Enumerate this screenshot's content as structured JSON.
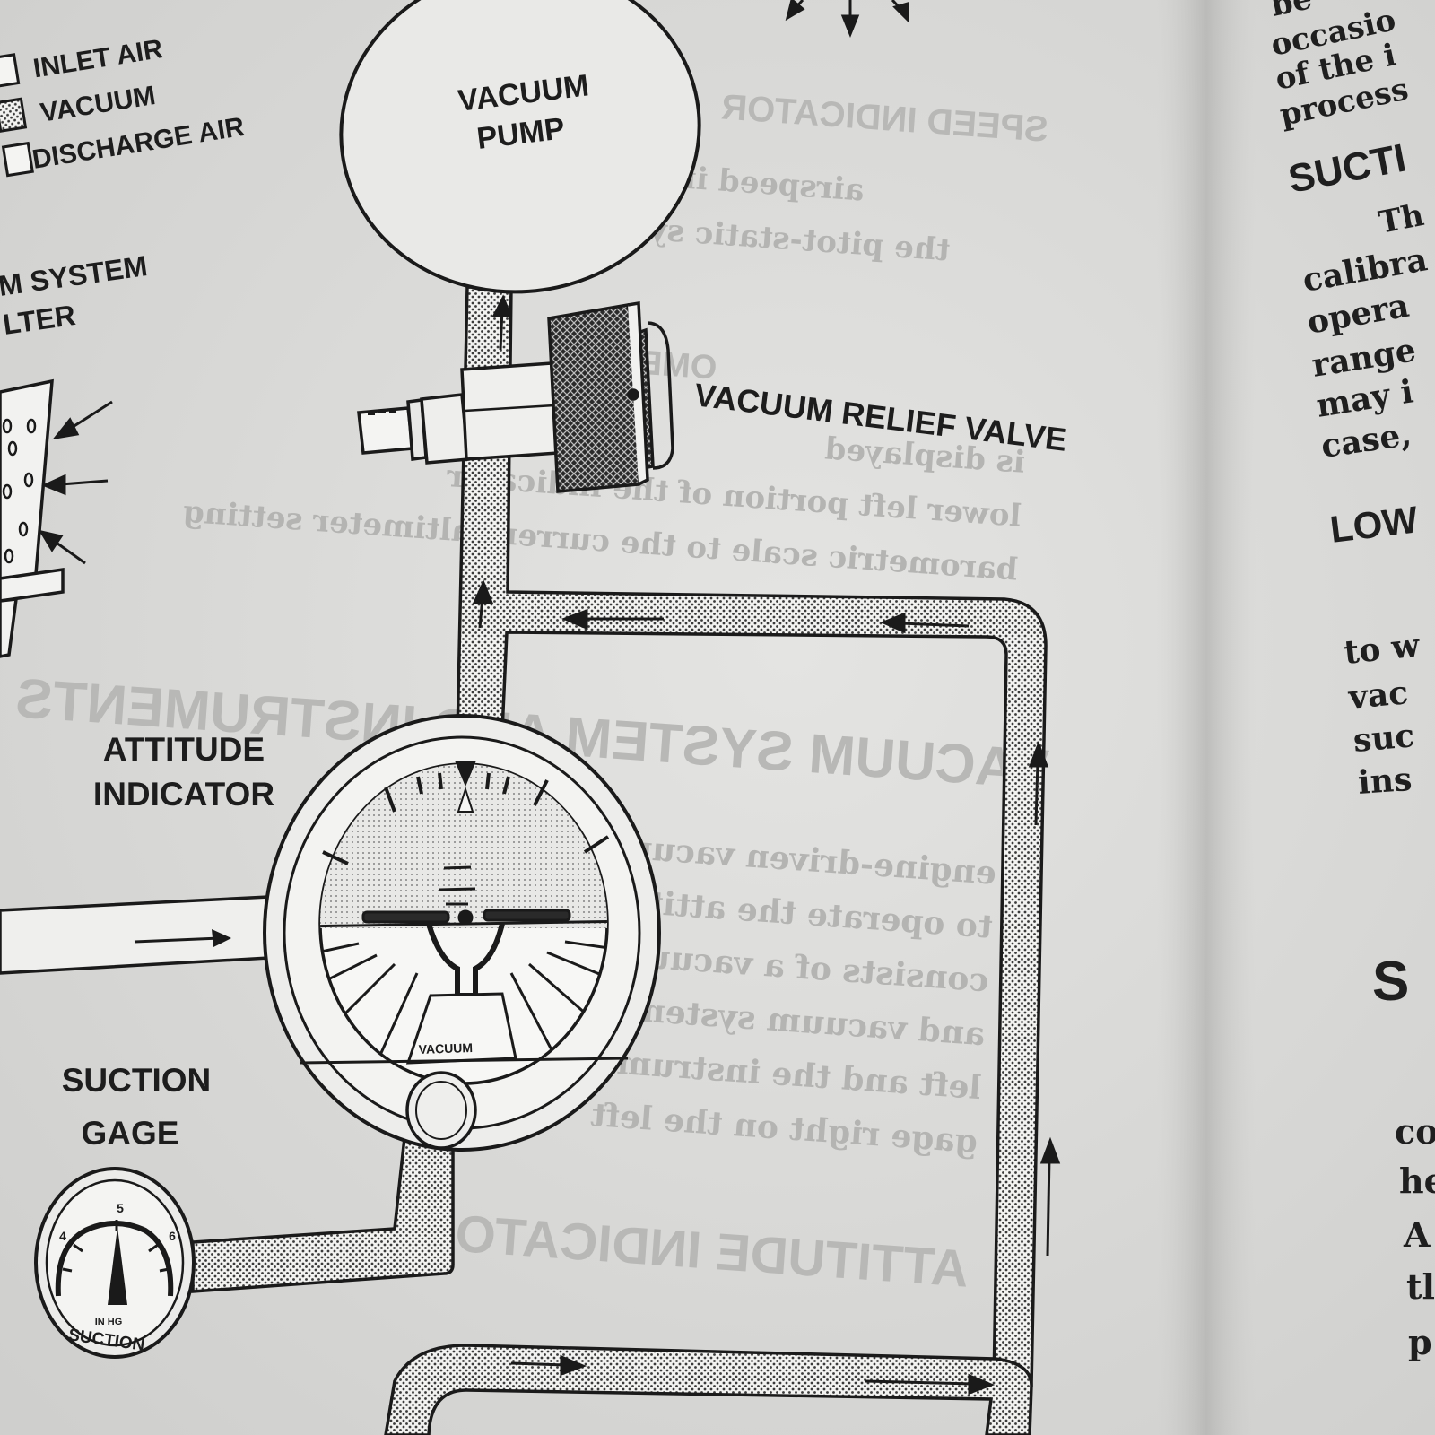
{
  "legend": {
    "items": [
      {
        "label": "INLET AIR"
      },
      {
        "label": "VACUUM"
      },
      {
        "label": "DISCHARGE AIR"
      }
    ]
  },
  "labels": {
    "filter_line1": "M SYSTEM",
    "filter_line2": "LTER",
    "vacuum_pump_line1": "VACUUM",
    "vacuum_pump_line2": "PUMP",
    "relief_valve": "VACUUM RELIEF VALVE",
    "attitude_line1": "ATTITUDE",
    "attitude_line2": "INDICATOR",
    "suction_line1": "SUCTION",
    "suction_line2": "GAGE",
    "attitude_dial_text": "VACUUM",
    "gauge_unit": "IN HG",
    "gauge_name": "SUCTION",
    "gauge_ticks": [
      "4",
      "5",
      "6"
    ]
  },
  "right_page": {
    "lines": [
      "be",
      "occasio",
      "of the i",
      "process"
    ],
    "heading1": "SUCTI",
    "para1": [
      "Th",
      "calibra",
      "opera",
      "range",
      "may i",
      "case,"
    ],
    "heading2": "LOW",
    "para2": [
      "to w",
      "vac",
      "suc",
      "ins"
    ],
    "heading3": "S",
    "para3": [
      "co",
      "he",
      "A",
      "tl",
      "p"
    ]
  },
  "bleed_through": {
    "lines": [
      "SPEED INDICATOR",
      "airspeed indicator",
      "the pitot-static system",
      "OMETER",
      "is displayed",
      "lower left portion of the indicator",
      "barometric scale to the current altimeter setting",
      "VACUUM SYSTEM AND INSTRUMENTS",
      "engine-driven vacuum system",
      "to operate the attitude indicator",
      "consists of a vacuum pump",
      "and vacuum system air filter",
      "left and the instrument",
      "gage right on the left",
      "ATTITUDE INDICATOR",
      "attitude indicator"
    ]
  }
}
